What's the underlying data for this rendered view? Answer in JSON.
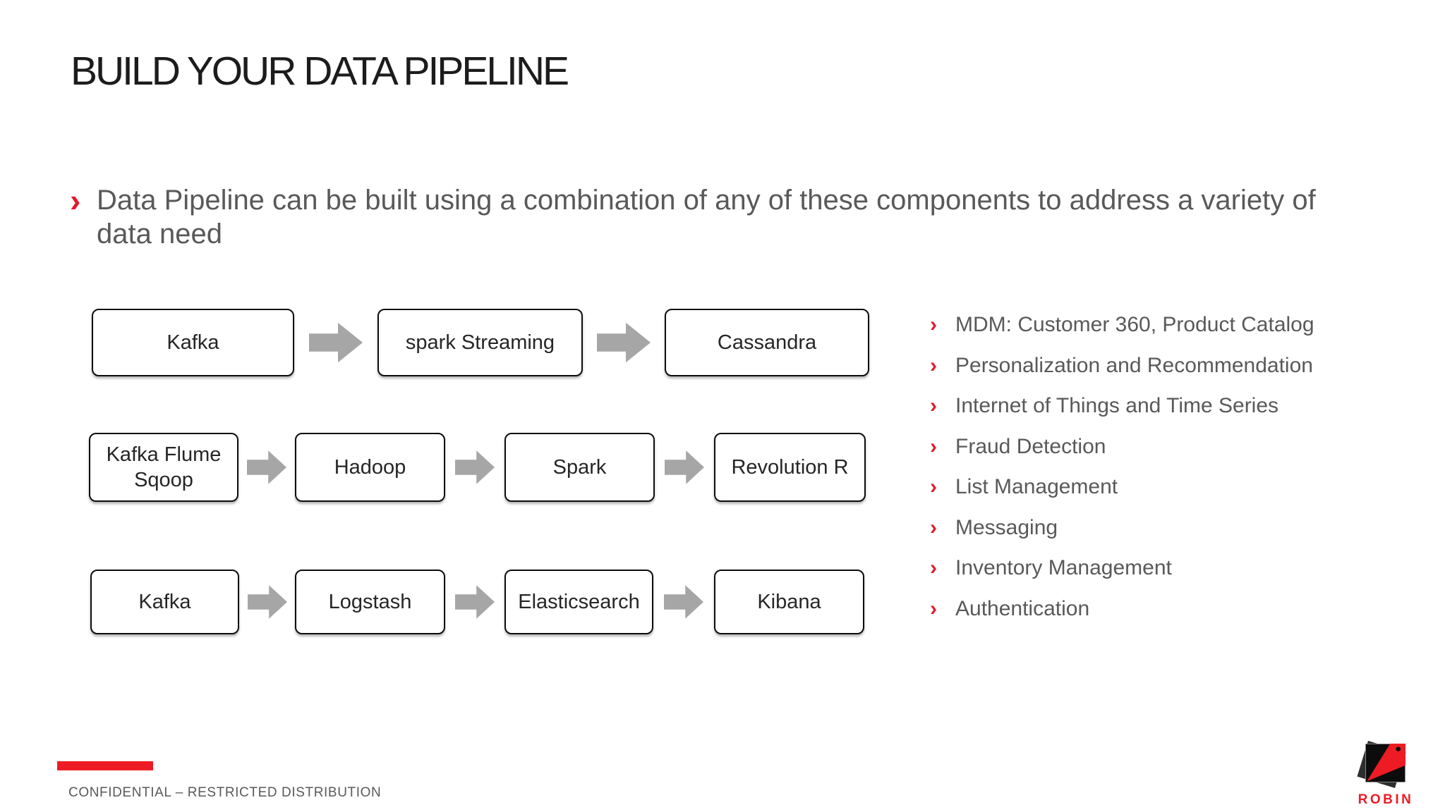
{
  "slide": {
    "title": "BUILD YOUR DATA PIPELINE",
    "intro": {
      "bullet_glyph": "›",
      "text": "Data Pipeline can be built using a combination of any of these components to address a variety of\ndata need"
    },
    "pipelines": {
      "rows": [
        {
          "boxes": [
            "Kafka",
            "spark Streaming",
            "Cassandra"
          ]
        },
        {
          "boxes": [
            "Kafka  Flume\nSqoop",
            "Hadoop",
            "Spark",
            "Revolution R"
          ]
        },
        {
          "boxes": [
            "Kafka",
            "Logstash",
            "Elasticsearch",
            "Kibana"
          ]
        }
      ]
    },
    "use_cases": {
      "bullet_glyph": "›",
      "items": [
        "MDM: Customer 360, Product Catalog",
        "Personalization and Recommendation",
        "Internet of Things and Time Series",
        "Fraud Detection",
        "List Management",
        "Messaging",
        "Inventory Management",
        "Authentication"
      ]
    },
    "footer": {
      "classification": "CONFIDENTIAL – RESTRICTED DISTRIBUTION"
    },
    "logo": {
      "brand": "ROBIN"
    },
    "colors": {
      "accent_red": "#e11b2c",
      "logo_red": "#ed1c24",
      "text_gray": "#595959",
      "arrow_gray": "#a6a6a6",
      "ink": "#1c1c1c"
    }
  }
}
